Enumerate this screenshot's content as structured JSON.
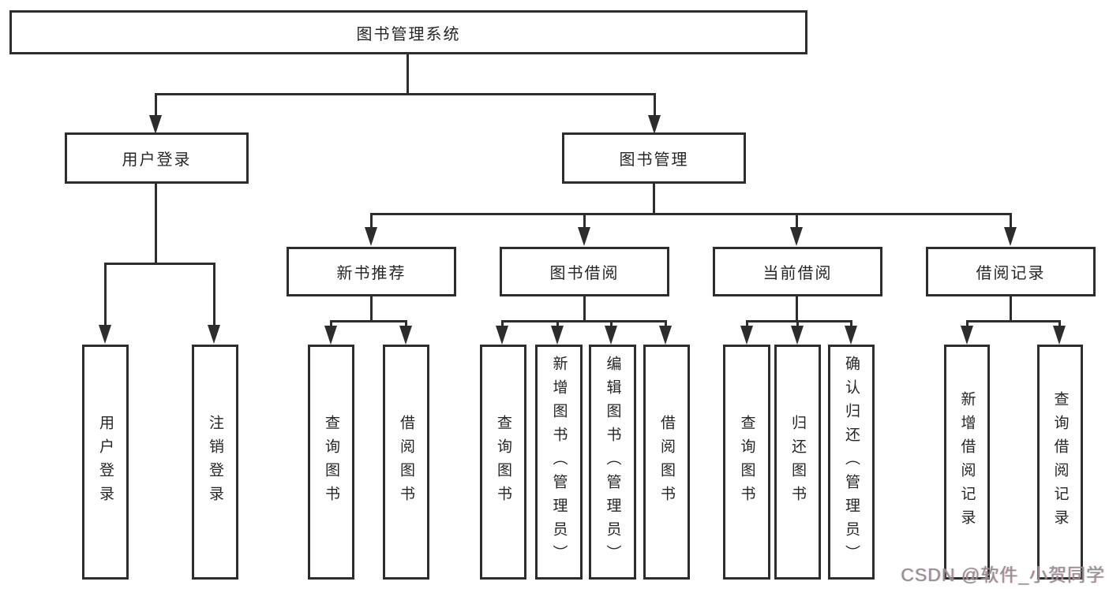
{
  "diagram": {
    "type": "hierarchy-tree",
    "orientation": "top-down"
  },
  "colors": {
    "background": "#ffffff",
    "line": "#2d2d2d",
    "box_border": "#2d2d2d",
    "text": "#262626",
    "watermark": "#8f8f8f"
  },
  "tree": {
    "root": {
      "label": "图书管理系统"
    },
    "branches": [
      {
        "label": "用户登录",
        "children": [
          {
            "label": "用户登录"
          },
          {
            "label": "注销登录"
          }
        ]
      },
      {
        "label": "图书管理",
        "sections": [
          {
            "label": "新书推荐",
            "children": [
              {
                "label": "查询图书"
              },
              {
                "label": "借阅图书"
              }
            ]
          },
          {
            "label": "图书借阅",
            "children": [
              {
                "label": "查询图书"
              },
              {
                "label": "新增图书（管理员）"
              },
              {
                "label": "编辑图书（管理员）"
              },
              {
                "label": "借阅图书"
              }
            ]
          },
          {
            "label": "当前借阅",
            "children": [
              {
                "label": "查询图书"
              },
              {
                "label": "归还图书"
              },
              {
                "label": "确认归还（管理员）"
              }
            ]
          },
          {
            "label": "借阅记录",
            "children": [
              {
                "label": "新增借阅记录"
              },
              {
                "label": "查询借阅记录"
              }
            ]
          }
        ]
      }
    ]
  },
  "watermark": {
    "text": "CSDN @软件_小贺同学"
  }
}
